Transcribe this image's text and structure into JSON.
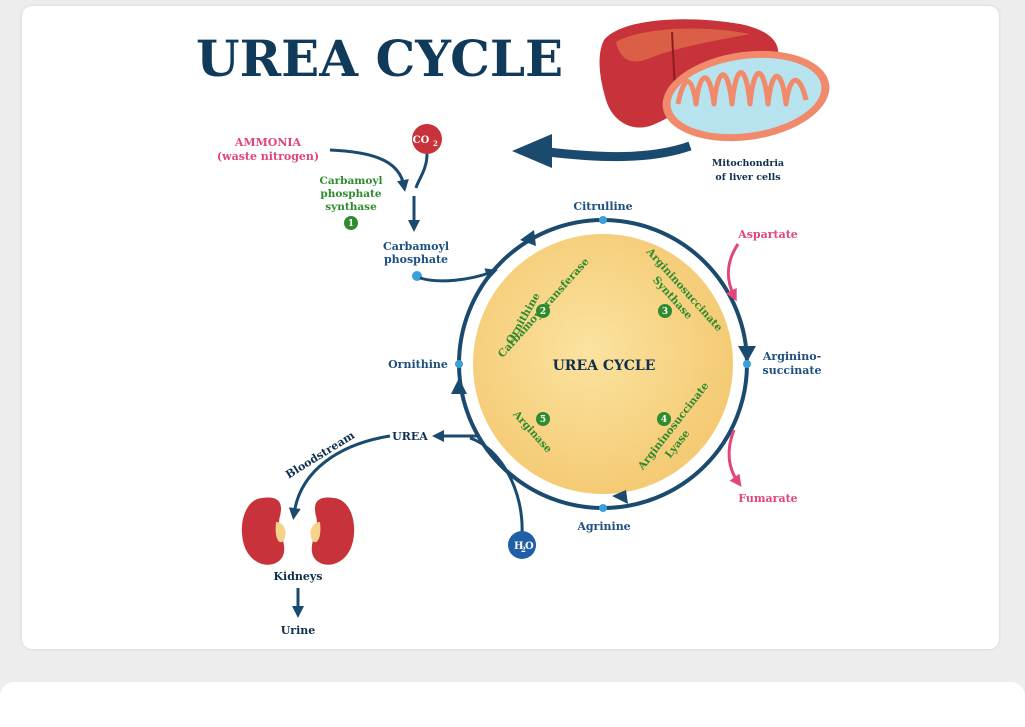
{
  "title": "UREA CYCLE",
  "center_label": "UREA CYCLE",
  "inputs": {
    "ammonia": "AMMONIA",
    "ammonia_sub": "(waste nitrogen)",
    "co2": "CO",
    "co2_sub": "2",
    "h2o_h": "H",
    "h2o_sub": "2",
    "h2o_o": "O"
  },
  "enzyme1": {
    "line1": "Carbamoyl",
    "line2": "phosphate",
    "line3": "synthase",
    "number": "1"
  },
  "carbamoyl_phosphate": {
    "line1": "Carbamoyl",
    "line2": "phosphate"
  },
  "metabolites": {
    "citrulline": "Citrulline",
    "ornithine": "Ornithine",
    "argininosuccinate_1": "Arginino-",
    "argininosuccinate_2": "succinate",
    "arginine": "Agrinine",
    "aspartate": "Aspartate",
    "fumarate": "Fumarate",
    "urea": "UREA"
  },
  "enzymes": {
    "e2_line1": "Ornithine",
    "e2_line2": "Carbamoyltransferase",
    "e2_num": "2",
    "e3_line1": "Argininosuccinate",
    "e3_line2": "Synthase",
    "e3_num": "3",
    "e4_line1": "Argininosuccinate",
    "e4_line2": "Lyase",
    "e4_num": "4",
    "e5_line1": "Arginase",
    "e5_num": "5"
  },
  "mito": {
    "line1": "Mitochondria",
    "line2": "of liver cells"
  },
  "bloodstream": "Bloodstream",
  "kidneys": "Kidneys",
  "urine": "Urine",
  "colors": {
    "navy": "#1a4a6e",
    "green": "#2e8b2e",
    "pink": "#e2457a",
    "circle_fill": "#f8d98a",
    "red": "#c8323a"
  }
}
